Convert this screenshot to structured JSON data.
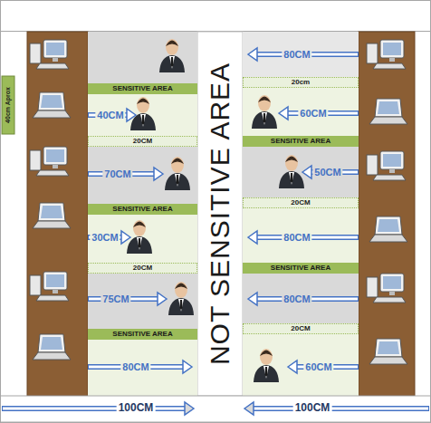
{
  "diagram": {
    "nodes": [
      {
        "text": [
          "SENSITIVE AREA"
        ]
      },
      {
        "text": [
          "20CM"
        ]
      },
      {
        "text": [
          "SENSITIVE AREA"
        ]
      },
      {
        "text": [
          "20CM"
        ]
      },
      {
        "text": [
          "SENSITIVE AREA"
        ]
      },
      {
        "text": [
          "NOT SENSITIVE AREA"
        ]
      },
      {
        "text": [
          "20cm"
        ]
      },
      {
        "text": [
          "SENSITIVE AREA"
        ]
      },
      {
        "text": [
          "20CM"
        ]
      },
      {
        "text": [
          "SENSITIVE AREA"
        ]
      },
      {
        "text": [
          "20CM"
        ]
      }
    ],
    "labels": [
      "40CM",
      "70CM",
      "30CM",
      "75CM",
      "80CM",
      "80CM",
      "60CM",
      "50CM",
      "80CM",
      "80CM",
      "60CM",
      "40cm Aprox",
      "100CM",
      "100CM"
    ]
  }
}
